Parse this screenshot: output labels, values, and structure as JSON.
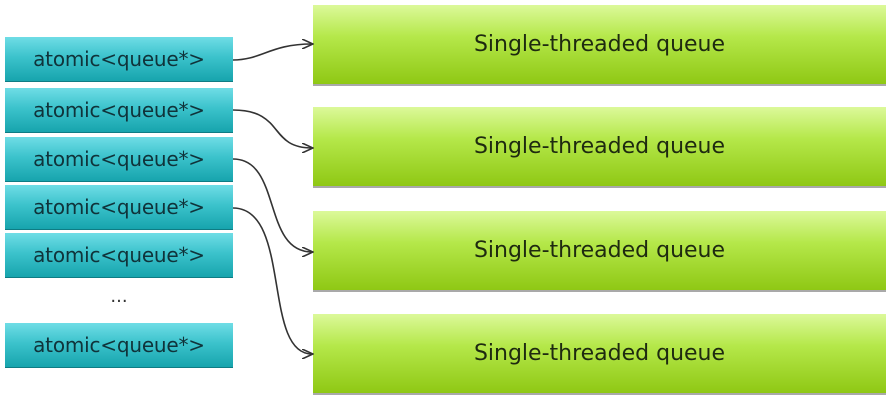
{
  "pointers": [
    {
      "label": "atomic<queue*>"
    },
    {
      "label": "atomic<queue*>"
    },
    {
      "label": "atomic<queue*>"
    },
    {
      "label": "atomic<queue*>"
    },
    {
      "label": "atomic<queue*>"
    },
    {
      "label": "atomic<queue*>"
    }
  ],
  "ellipsis": "...",
  "queues": [
    {
      "label": "Single-threaded queue"
    },
    {
      "label": "Single-threaded queue"
    },
    {
      "label": "Single-threaded queue"
    },
    {
      "label": "Single-threaded queue"
    }
  ],
  "colors": {
    "pointer_fill": "#3cc3cc",
    "queue_fill": "#b5e84a",
    "arrow": "#333333"
  }
}
